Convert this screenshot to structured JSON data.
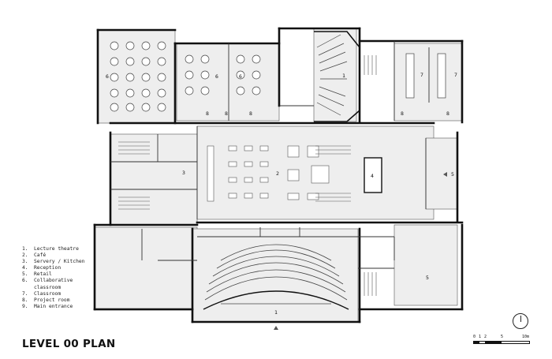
{
  "title": "LEVEL 00 PLAN",
  "legend": [
    {
      "num": "1.",
      "label": "Lecture theatre"
    },
    {
      "num": "2.",
      "label": "Café"
    },
    {
      "num": "3.",
      "label": "Servery / Kitchen"
    },
    {
      "num": "4.",
      "label": "Reception"
    },
    {
      "num": "5.",
      "label": "Retail"
    },
    {
      "num": "6.",
      "label": "Collaborative classroom"
    },
    {
      "num": "7.",
      "label": "Classroom"
    },
    {
      "num": "8.",
      "label": "Project room"
    },
    {
      "num": "9.",
      "label": "Main entrance"
    }
  ],
  "scale_bar": {
    "ticks": [
      "0",
      "1",
      "2",
      "5",
      "10m"
    ]
  },
  "room_tags": {
    "classroom6_a": "6",
    "classroom6_b": "6",
    "classroom6_c": "6",
    "lecture_north": "1",
    "lecture_south": "1",
    "cafe": "2",
    "servery": "3",
    "reception": "4",
    "retail_east": "5",
    "retail_south": "5",
    "classroom7_a": "7",
    "classroom7_b": "7",
    "project_a": "8",
    "project_b": "8",
    "project_c": "8",
    "project_d": "8",
    "project_e": "8"
  },
  "colors": {
    "wall": "#111111",
    "floor": "#eeeeee",
    "line": "#555555"
  }
}
